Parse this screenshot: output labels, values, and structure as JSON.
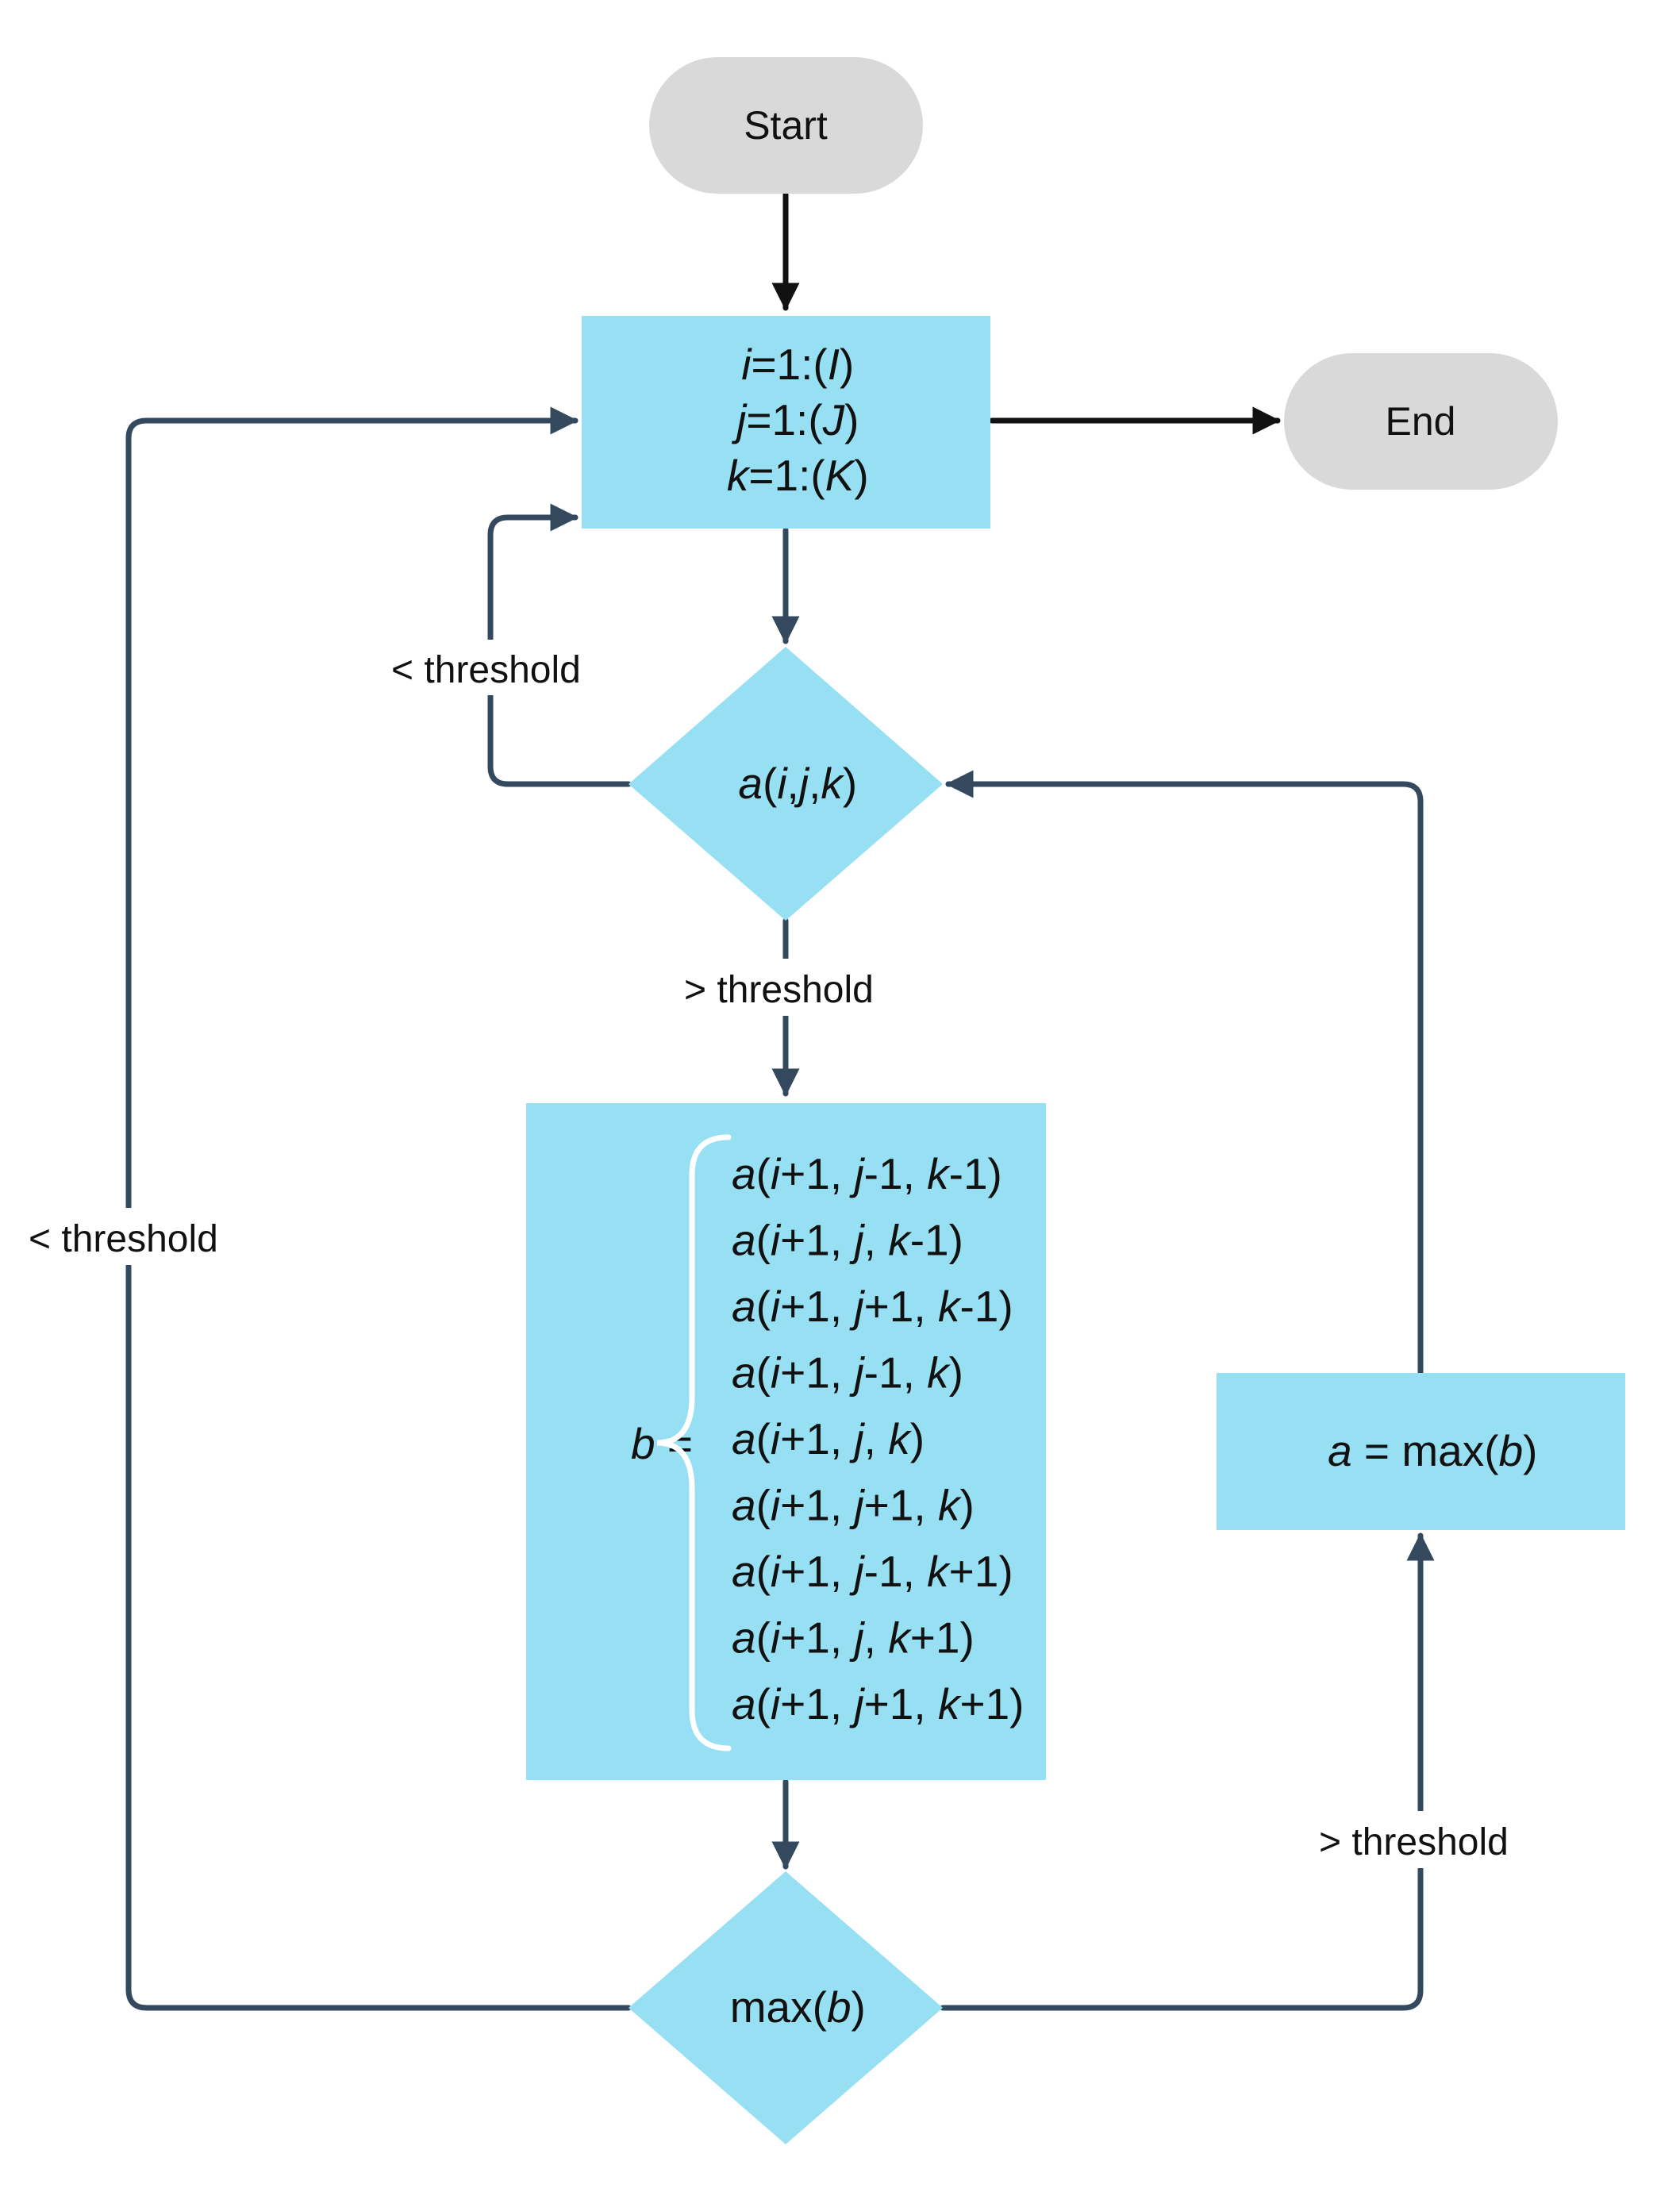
{
  "nodes": {
    "start": "Start",
    "end": "End",
    "loop": {
      "line1": [
        "i",
        "=1:(",
        "I",
        ")"
      ],
      "line2": [
        "j",
        "=1:(",
        "J",
        ")"
      ],
      "line3": [
        "k",
        "=1:(",
        "K",
        ")"
      ]
    },
    "decision_a": [
      "a",
      "(",
      "i",
      ",",
      "j",
      ",",
      "k",
      ")"
    ],
    "b_label": [
      "b",
      " ="
    ],
    "b_terms": [
      [
        "a",
        "(",
        "i",
        "+1, ",
        "j",
        "-1, ",
        "k",
        "-1)"
      ],
      [
        "a",
        "(",
        "i",
        "+1, ",
        "j",
        ", ",
        "k",
        "-1)"
      ],
      [
        "a",
        "(",
        "i",
        "+1, ",
        "j",
        "+1, ",
        "k",
        "-1)"
      ],
      [
        "a",
        "(",
        "i",
        "+1, ",
        "j",
        "-1, ",
        "k",
        ")"
      ],
      [
        "a",
        "(",
        "i",
        "+1, ",
        "j",
        ", ",
        "k",
        ")"
      ],
      [
        "a",
        "(",
        "i",
        "+1, ",
        "j",
        "+1, ",
        "k",
        ")"
      ],
      [
        "a",
        "(",
        "i",
        "+1, ",
        "j",
        "-1, ",
        "k",
        "+1)"
      ],
      [
        "a",
        "(",
        "i",
        "+1, ",
        "j",
        ", ",
        "k",
        "+1)"
      ],
      [
        "a",
        "(",
        "i",
        "+1, ",
        "j",
        "+1, ",
        "k",
        "+1)"
      ]
    ],
    "decision_max": [
      "max(",
      "b",
      ")"
    ],
    "assign": [
      "a",
      " = max(",
      "b",
      ")"
    ]
  },
  "edge_labels": {
    "loop_back_left": "< threshold",
    "a_below": "> threshold",
    "max_left": "< threshold",
    "max_right": "> threshold"
  },
  "colors": {
    "process_fill": "#97dff2",
    "terminal_fill": "#d9d9d9",
    "edge": "#34495e",
    "edge_dark": "#111111"
  }
}
